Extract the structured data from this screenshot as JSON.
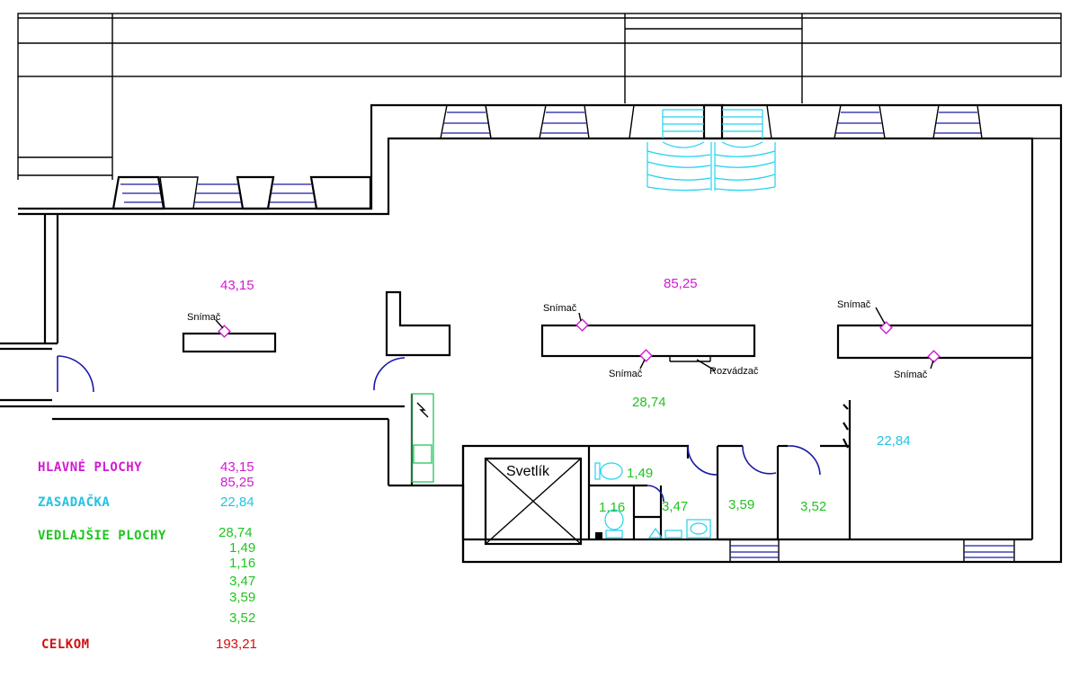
{
  "labels": {
    "sensor": "Snímač",
    "distribution_board": "Rozvádzač",
    "skylight": "Svetlík"
  },
  "rooms": {
    "left_hall": "43,15",
    "main_hall": "85,25",
    "corridor": "28,74",
    "meeting_room": "22,84",
    "wc_1": "1,49",
    "wc_2": "1,16",
    "washroom": "3,47",
    "room_a": "3,59",
    "room_b": "3,52"
  },
  "legend": {
    "main_areas_label": "HLAVNÉ PLOCHY",
    "main_areas_values": [
      "43,15",
      "85,25"
    ],
    "meeting_label": "ZASADAČKA",
    "meeting_value": "22,84",
    "secondary_label": "VEDLAJŠIE PLOCHY",
    "secondary_values": [
      "28,74",
      "1,49",
      "1,16",
      "3,47",
      "3,59",
      "3,52"
    ],
    "total_label": "CELKOM",
    "total_value": "193,21"
  },
  "colors": {
    "main_areas": "#d21ad2",
    "meeting": "#22c3e0",
    "secondary": "#1fc41f",
    "total": "#d01010",
    "doors_windows": "#1a1aa8",
    "walls": "#000000"
  }
}
